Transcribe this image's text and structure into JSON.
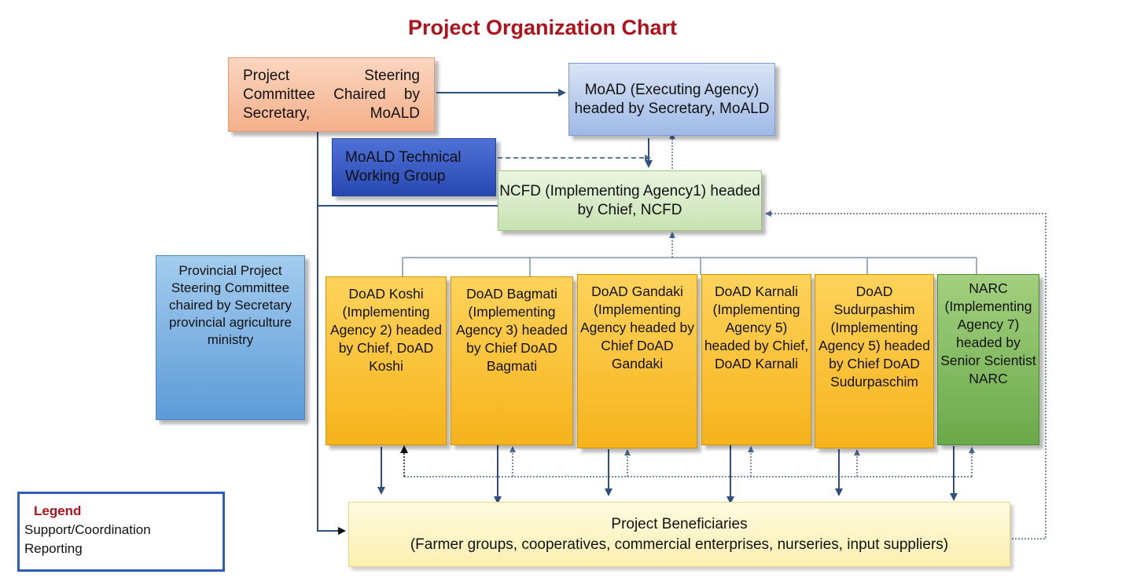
{
  "title": "Project Organization Chart",
  "steering": {
    "text": "Project Steering Committee Chaired by Secretary, MoALD"
  },
  "moad": {
    "text": "MoAD (Executing Agency) headed by Secretary, MoALD"
  },
  "twg": {
    "text": "MoALD Technical Working Group"
  },
  "ncfd": {
    "text": "NCFD (Implementing Agency1) headed by Chief, NCFD"
  },
  "provincial": {
    "text": "Provincial Project Steering Committee chaired by Secretary provincial agriculture ministry"
  },
  "agencies": [
    {
      "text": "DoAD Koshi (Implementing Agency 2) headed by Chief, DoAD Koshi"
    },
    {
      "text": "DoAD Bagmati (Implementing Agency 3) headed by Chief DoAD Bagmati"
    },
    {
      "text": "DoAD Gandaki (Implementing Agency headed by Chief DoAD Gandaki"
    },
    {
      "text": "DoAD Karnali (Implementing Agency 5) headed by Chief, DoAD Karnali"
    },
    {
      "text": "DoAD Sudurpashim (Implementing Agency 5) headed by Chief DoAD Sudurpaschim"
    },
    {
      "text": "NARC (Implementing Agency 7) headed by Senior Scientist NARC"
    }
  ],
  "beneficiaries": {
    "title": "Project Beneficiaries",
    "subtitle": "(Farmer groups, cooperatives, commercial enterprises, nurseries, input suppliers)"
  },
  "legend": {
    "title": "Legend",
    "items": [
      "Support/Coordination",
      "Reporting"
    ]
  },
  "colors": {
    "title": "#b0121b",
    "arrow": "#2f4f7f",
    "doad_fill": "#f6b31c",
    "narc_fill": "#6aa94a",
    "legend_border": "#2e5cb8"
  }
}
